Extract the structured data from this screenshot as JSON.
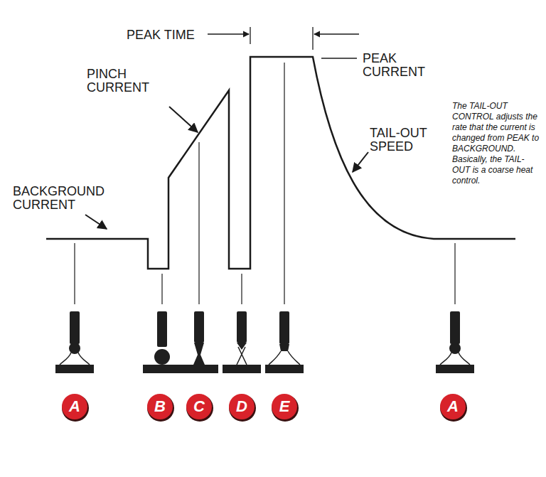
{
  "diagram": {
    "nodes": [
      {
        "text": [
          "A"
        ]
      },
      {
        "text": [
          "B"
        ]
      },
      {
        "text": [
          "C"
        ]
      },
      {
        "text": [
          "D"
        ]
      },
      {
        "text": [
          "E"
        ]
      },
      {
        "text": [
          "A"
        ]
      }
    ],
    "labels": [
      "PEAK TIME",
      "PINCH CURRENT",
      "PEAK CURRENT",
      "BACKGROUND CURRENT",
      "TAIL-OUT SPEED",
      "The TAIL-OUT CONTROL adjusts the rate that the current is changed from PEAK to BACKGROUND. Basically, the TAIL-OUT is a coarse heat control."
    ]
  }
}
